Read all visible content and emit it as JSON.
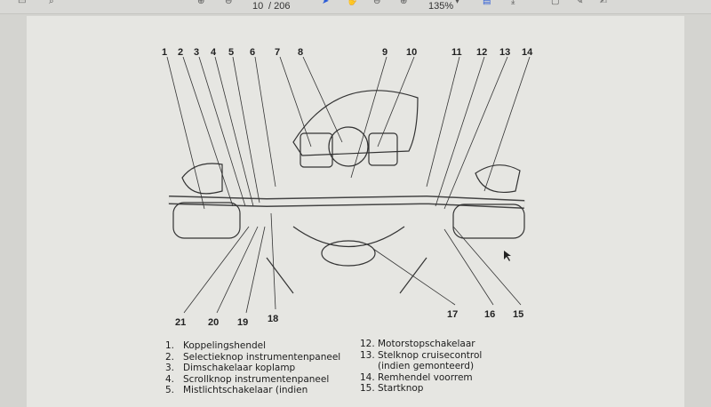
{
  "toolbar": {
    "page_current": "10",
    "page_total": "/ 206",
    "zoom": "135%"
  },
  "diagram": {
    "callouts_top": [
      "1",
      "2",
      "3",
      "4",
      "5",
      "6",
      "7",
      "8",
      "9",
      "10",
      "11",
      "12",
      "13",
      "14"
    ],
    "callouts_bottom": [
      "21",
      "20",
      "19",
      "18",
      "17",
      "16",
      "15"
    ]
  },
  "legend": {
    "left": [
      {
        "n": "1.",
        "t": "Koppelingshendel"
      },
      {
        "n": "2.",
        "t": "Selectieknop instrumentenpaneel"
      },
      {
        "n": "3.",
        "t": "Dimschakelaar koplamp"
      },
      {
        "n": "4.",
        "t": "Scrollknop instrumentenpaneel"
      },
      {
        "n": "5.",
        "t": "Mistlichtschakelaar (indien"
      }
    ],
    "right": [
      {
        "n": "12.",
        "t": "Motorstopschakelaar"
      },
      {
        "n": "13.",
        "t": "Stelknop cruisecontrol"
      },
      {
        "n": "",
        "t": "(indien gemonteerd)"
      },
      {
        "n": "14.",
        "t": "Remhendel voorrem"
      },
      {
        "n": "15.",
        "t": "Startknop"
      }
    ]
  }
}
